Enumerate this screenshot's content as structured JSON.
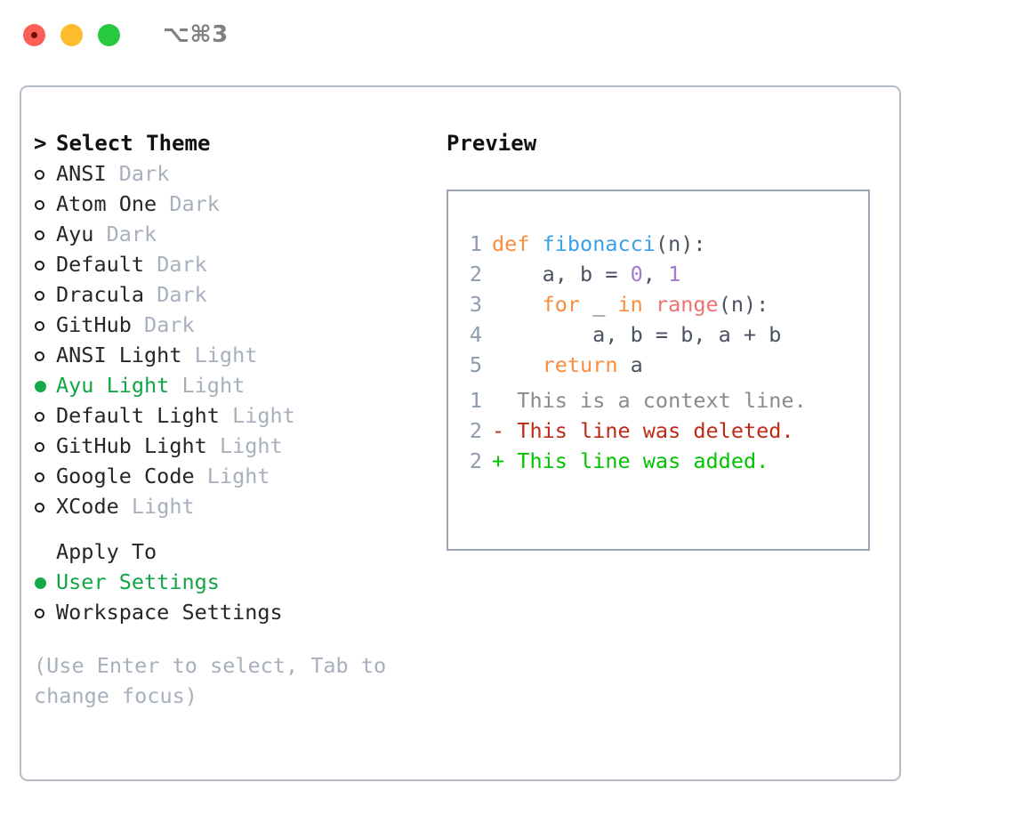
{
  "titlebar": {
    "shortcut": "⌥⌘3",
    "lights": [
      "close",
      "minimize",
      "maximize"
    ]
  },
  "left": {
    "header_marker": ">",
    "header": "Select Theme",
    "themes": [
      {
        "name": "ANSI",
        "variant": "Dark",
        "selected": false
      },
      {
        "name": "Atom One",
        "variant": "Dark",
        "selected": false
      },
      {
        "name": "Ayu",
        "variant": "Dark",
        "selected": false
      },
      {
        "name": "Default",
        "variant": "Dark",
        "selected": false
      },
      {
        "name": "Dracula",
        "variant": "Dark",
        "selected": false
      },
      {
        "name": "GitHub",
        "variant": "Dark",
        "selected": false
      },
      {
        "name": "ANSI Light",
        "variant": "Light",
        "selected": false
      },
      {
        "name": "Ayu Light",
        "variant": "Light",
        "selected": true
      },
      {
        "name": "Default Light",
        "variant": "Light",
        "selected": false
      },
      {
        "name": "GitHub Light",
        "variant": "Light",
        "selected": false
      },
      {
        "name": "Google Code",
        "variant": "Light",
        "selected": false
      },
      {
        "name": "XCode",
        "variant": "Light",
        "selected": false
      }
    ],
    "apply_to_header": "Apply To",
    "apply_to": [
      {
        "name": "User Settings",
        "selected": true
      },
      {
        "name": "Workspace Settings",
        "selected": false
      }
    ],
    "hint": "(Use Enter to select, Tab to change focus)"
  },
  "right": {
    "preview_title": "Preview",
    "code_lines": [
      {
        "no": "1",
        "tokens": [
          {
            "t": "def",
            "c": "kw"
          },
          {
            "t": " ",
            "c": "pl"
          },
          {
            "t": "fibonacci",
            "c": "fn"
          },
          {
            "t": "(n):",
            "c": "pl"
          }
        ]
      },
      {
        "no": "2",
        "tokens": [
          {
            "t": "    a, b = ",
            "c": "pl"
          },
          {
            "t": "0",
            "c": "num"
          },
          {
            "t": ", ",
            "c": "pl"
          },
          {
            "t": "1",
            "c": "num"
          }
        ]
      },
      {
        "no": "3",
        "tokens": [
          {
            "t": "    ",
            "c": "pl"
          },
          {
            "t": "for",
            "c": "kw"
          },
          {
            "t": " _ ",
            "c": "pl"
          },
          {
            "t": "in",
            "c": "kw"
          },
          {
            "t": " ",
            "c": "pl"
          },
          {
            "t": "range",
            "c": "bi"
          },
          {
            "t": "(n):",
            "c": "pl"
          }
        ]
      },
      {
        "no": "4",
        "tokens": [
          {
            "t": "        a, b = b, a + b",
            "c": "pl"
          }
        ]
      },
      {
        "no": "5",
        "tokens": [
          {
            "t": "    ",
            "c": "pl"
          },
          {
            "t": "return",
            "c": "kw"
          },
          {
            "t": " a",
            "c": "pl"
          }
        ]
      }
    ],
    "diff_lines": [
      {
        "no": "1",
        "sign": " ",
        "text": "This is a context line.",
        "kind": "d-ctx"
      },
      {
        "no": "2",
        "sign": "-",
        "text": "This line was deleted.",
        "kind": "d-del"
      },
      {
        "no": "2",
        "sign": "+",
        "text": "This line was added.",
        "kind": "d-add"
      }
    ]
  },
  "colors": {
    "selected_green": "#11a544",
    "muted": "#a8b0bd",
    "keyword": "#fa8d3e",
    "function": "#3aa0e8",
    "number": "#a37acc",
    "builtin": "#f07171",
    "plain": "#4b5363",
    "line_number": "#8e9bad",
    "diff_context": "#8b8b8b",
    "diff_deleted": "#bf2a16",
    "diff_added": "#00c400",
    "border": "#b4bcc8",
    "preview_border": "#9aa5b4"
  }
}
